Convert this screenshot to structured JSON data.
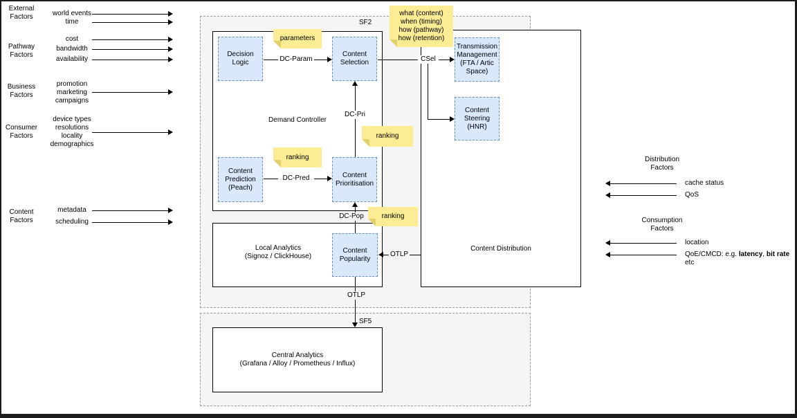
{
  "colors": {
    "node_fill": "#dae8fc",
    "node_border": "#6c8ebf",
    "note_fill": "#fcec94",
    "group_fill": "#f5f5f5",
    "group_border": "#9a9a9a",
    "line": "#000000"
  },
  "groups": {
    "sf2": {
      "label": "SF2"
    },
    "sf5": {
      "label": "SF5"
    }
  },
  "containers": {
    "demand_controller": {
      "label": "Demand Controller"
    },
    "local_analytics": {
      "label": "Local Analytics\n(Signoz / ClickHouse)"
    },
    "content_distribution": {
      "label": "Content Distribution"
    },
    "central_analytics": {
      "label": "Central Analytics\n(Grafana / Alloy / Prometheus / Influx)"
    }
  },
  "nodes": {
    "decision_logic": {
      "label": "Decision Logic"
    },
    "content_selection": {
      "label": "Content Selection"
    },
    "content_prediction": {
      "label": "Content Prediction (Peach)"
    },
    "content_prioritisation": {
      "label": "Content Prioritisation"
    },
    "content_popularity": {
      "label": "Content Popularity"
    },
    "transmission_management": {
      "label": "Transmission Management (FTA / Artic Space)"
    },
    "content_steering": {
      "label": "Content Steering (HNR)"
    }
  },
  "notes": {
    "parameters": {
      "text": "parameters"
    },
    "selection_outputs": {
      "lines": [
        "what (content)",
        "when (timing)",
        "how (pathway)",
        "how (retention)"
      ]
    },
    "ranking_prioritisation": {
      "text": "ranking"
    },
    "ranking_prediction": {
      "text": "ranking"
    },
    "ranking_popularity": {
      "text": "ranking"
    }
  },
  "edge_labels": {
    "dc_param": "DC-Param",
    "csel": "CSel",
    "dc_pri": "DC-Pri",
    "dc_pred": "DC-Pred",
    "dc_pop": "DC-Pop",
    "otlp_in": "OTLP",
    "otlp_down": "OTLP"
  },
  "left_factors": [
    {
      "group": "External\nFactors",
      "items": [
        {
          "label": "world events"
        },
        {
          "label": "time"
        }
      ]
    },
    {
      "group": "Pathway\nFactors",
      "items": [
        {
          "label": "cost"
        },
        {
          "label": "bandwidth"
        },
        {
          "label": "availability"
        }
      ]
    },
    {
      "group": "Business\nFactors",
      "items": [
        {
          "label": "promotion\nmarketing\ncampaigns"
        }
      ]
    },
    {
      "group": "Consumer\nFactors",
      "items": [
        {
          "label": "device types\nresolutions\nlocality\ndemographics"
        }
      ]
    },
    {
      "group": "Content\nFactors",
      "items": [
        {
          "label": "metadata"
        },
        {
          "label": "scheduling"
        }
      ]
    }
  ],
  "right_factors": [
    {
      "group": "Distribution\nFactors",
      "items": [
        {
          "label": "cache status"
        },
        {
          "label": "QoS"
        }
      ]
    },
    {
      "group": "Consumption\nFactors",
      "items": [
        {
          "label": "location"
        },
        {
          "label_parts": {
            "prefix": "QoE/CMCD: e.g. ",
            "bold1": "latency",
            "mid": ", ",
            "bold2": "bit rate",
            "suffix": " etc"
          }
        }
      ]
    }
  ]
}
